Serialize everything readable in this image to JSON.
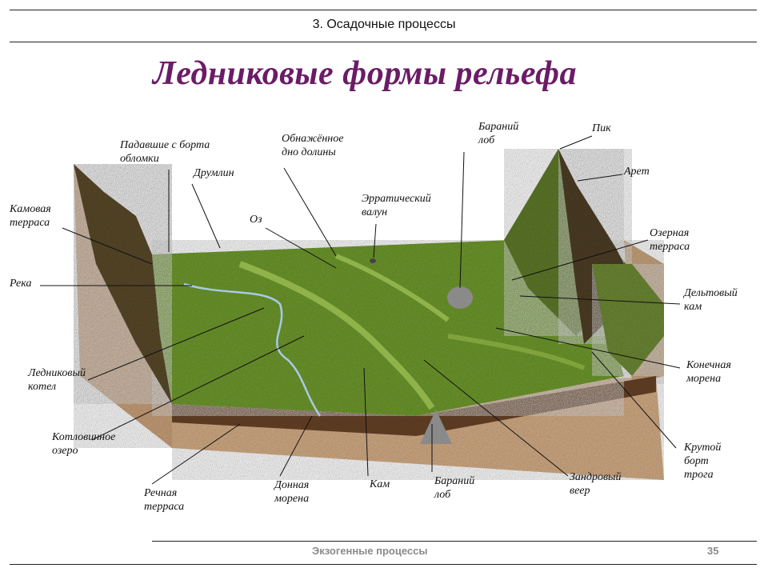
{
  "header": {
    "section": "3. Осадочные процессы"
  },
  "title": "Ледниковые формы рельефа",
  "labels": {
    "fallen_debris": [
      "Падавшие с борта",
      "обломки"
    ],
    "bare_floor": [
      "Обнажённое",
      "дно долины"
    ],
    "roche_top": [
      "Бараний",
      "лоб"
    ],
    "peak": "Пик",
    "arete": "Арет",
    "drumlin": "Друмлин",
    "erratic": [
      "Эрратический",
      "валун"
    ],
    "kame_terrace": [
      "Камовая",
      "терраса"
    ],
    "oz": "Оз",
    "lake_terrace": [
      "Озерная",
      "терраса"
    ],
    "river": "Река",
    "delta_kame": [
      "Дельтовый",
      "кам"
    ],
    "cirque": [
      "Ледниковый",
      "котел"
    ],
    "end_moraine": [
      "Конечная",
      "морена"
    ],
    "kettle_lake": [
      "Котловинное",
      "озеро"
    ],
    "trough_wall": [
      "Крутой",
      "борт",
      "трога"
    ],
    "river_terrace": [
      "Речная",
      "терраса"
    ],
    "ground_moraine": [
      "Донная",
      "морена"
    ],
    "kame": "Кам",
    "roche_bottom": [
      "Бараний",
      "лоб"
    ],
    "outwash_fan": [
      "Зандровый",
      "веер"
    ]
  },
  "footer": {
    "topic": "Экзогенные процессы",
    "page": "35"
  },
  "colors": {
    "title": "#6b1c66",
    "footer": "#8a8a8a",
    "grass": "#6f9a2e",
    "rock": "#5a4a2a",
    "soil": "#c9a07a"
  }
}
